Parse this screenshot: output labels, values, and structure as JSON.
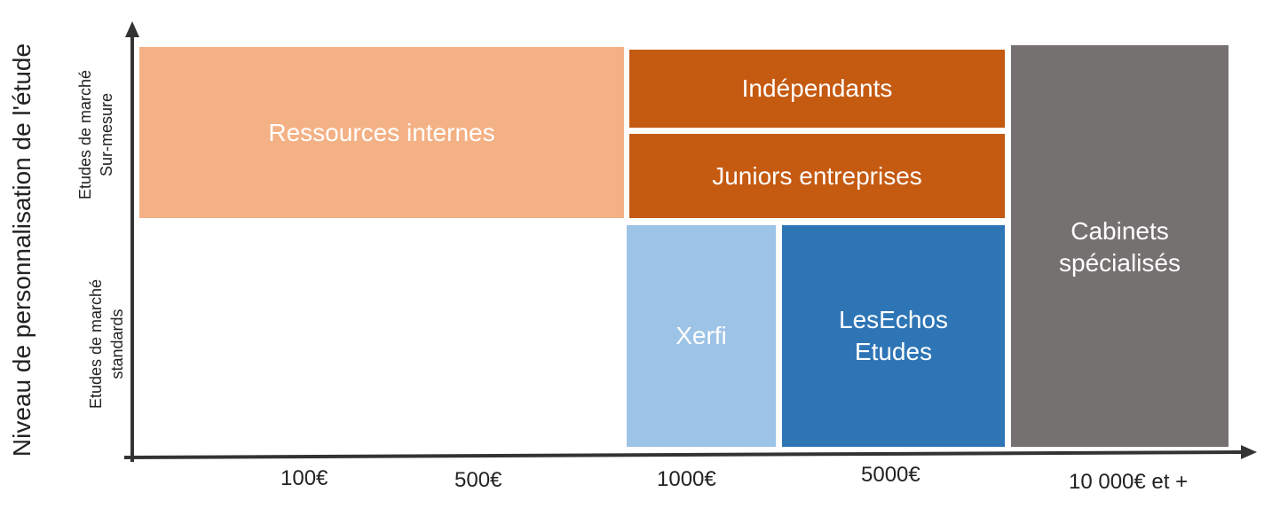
{
  "y_axis_title": "Niveau de personnalisation de l'étude",
  "y_categories": {
    "top": "Etudes de marché\nSur-mesure",
    "bottom": "Etudes de marché\nstandards"
  },
  "x_ticks": [
    "100€",
    "500€",
    "1000€",
    "5000€",
    "10 000€ et +"
  ],
  "blocks": {
    "ressources_internes": {
      "label": "Ressources internes",
      "color": "#f4b185"
    },
    "independants": {
      "label": "Indépendants",
      "color": "#c55a11"
    },
    "juniors_entreprises": {
      "label": "Juniors entreprises",
      "color": "#c55a11"
    },
    "xerfi": {
      "label": "Xerfi",
      "color": "#9dc3e6"
    },
    "lesechos": {
      "label": "LesEchos\nEtudes",
      "color": "#2e75b6"
    },
    "cabinets": {
      "label": "Cabinets\nspécialisés",
      "color": "#767171"
    }
  }
}
